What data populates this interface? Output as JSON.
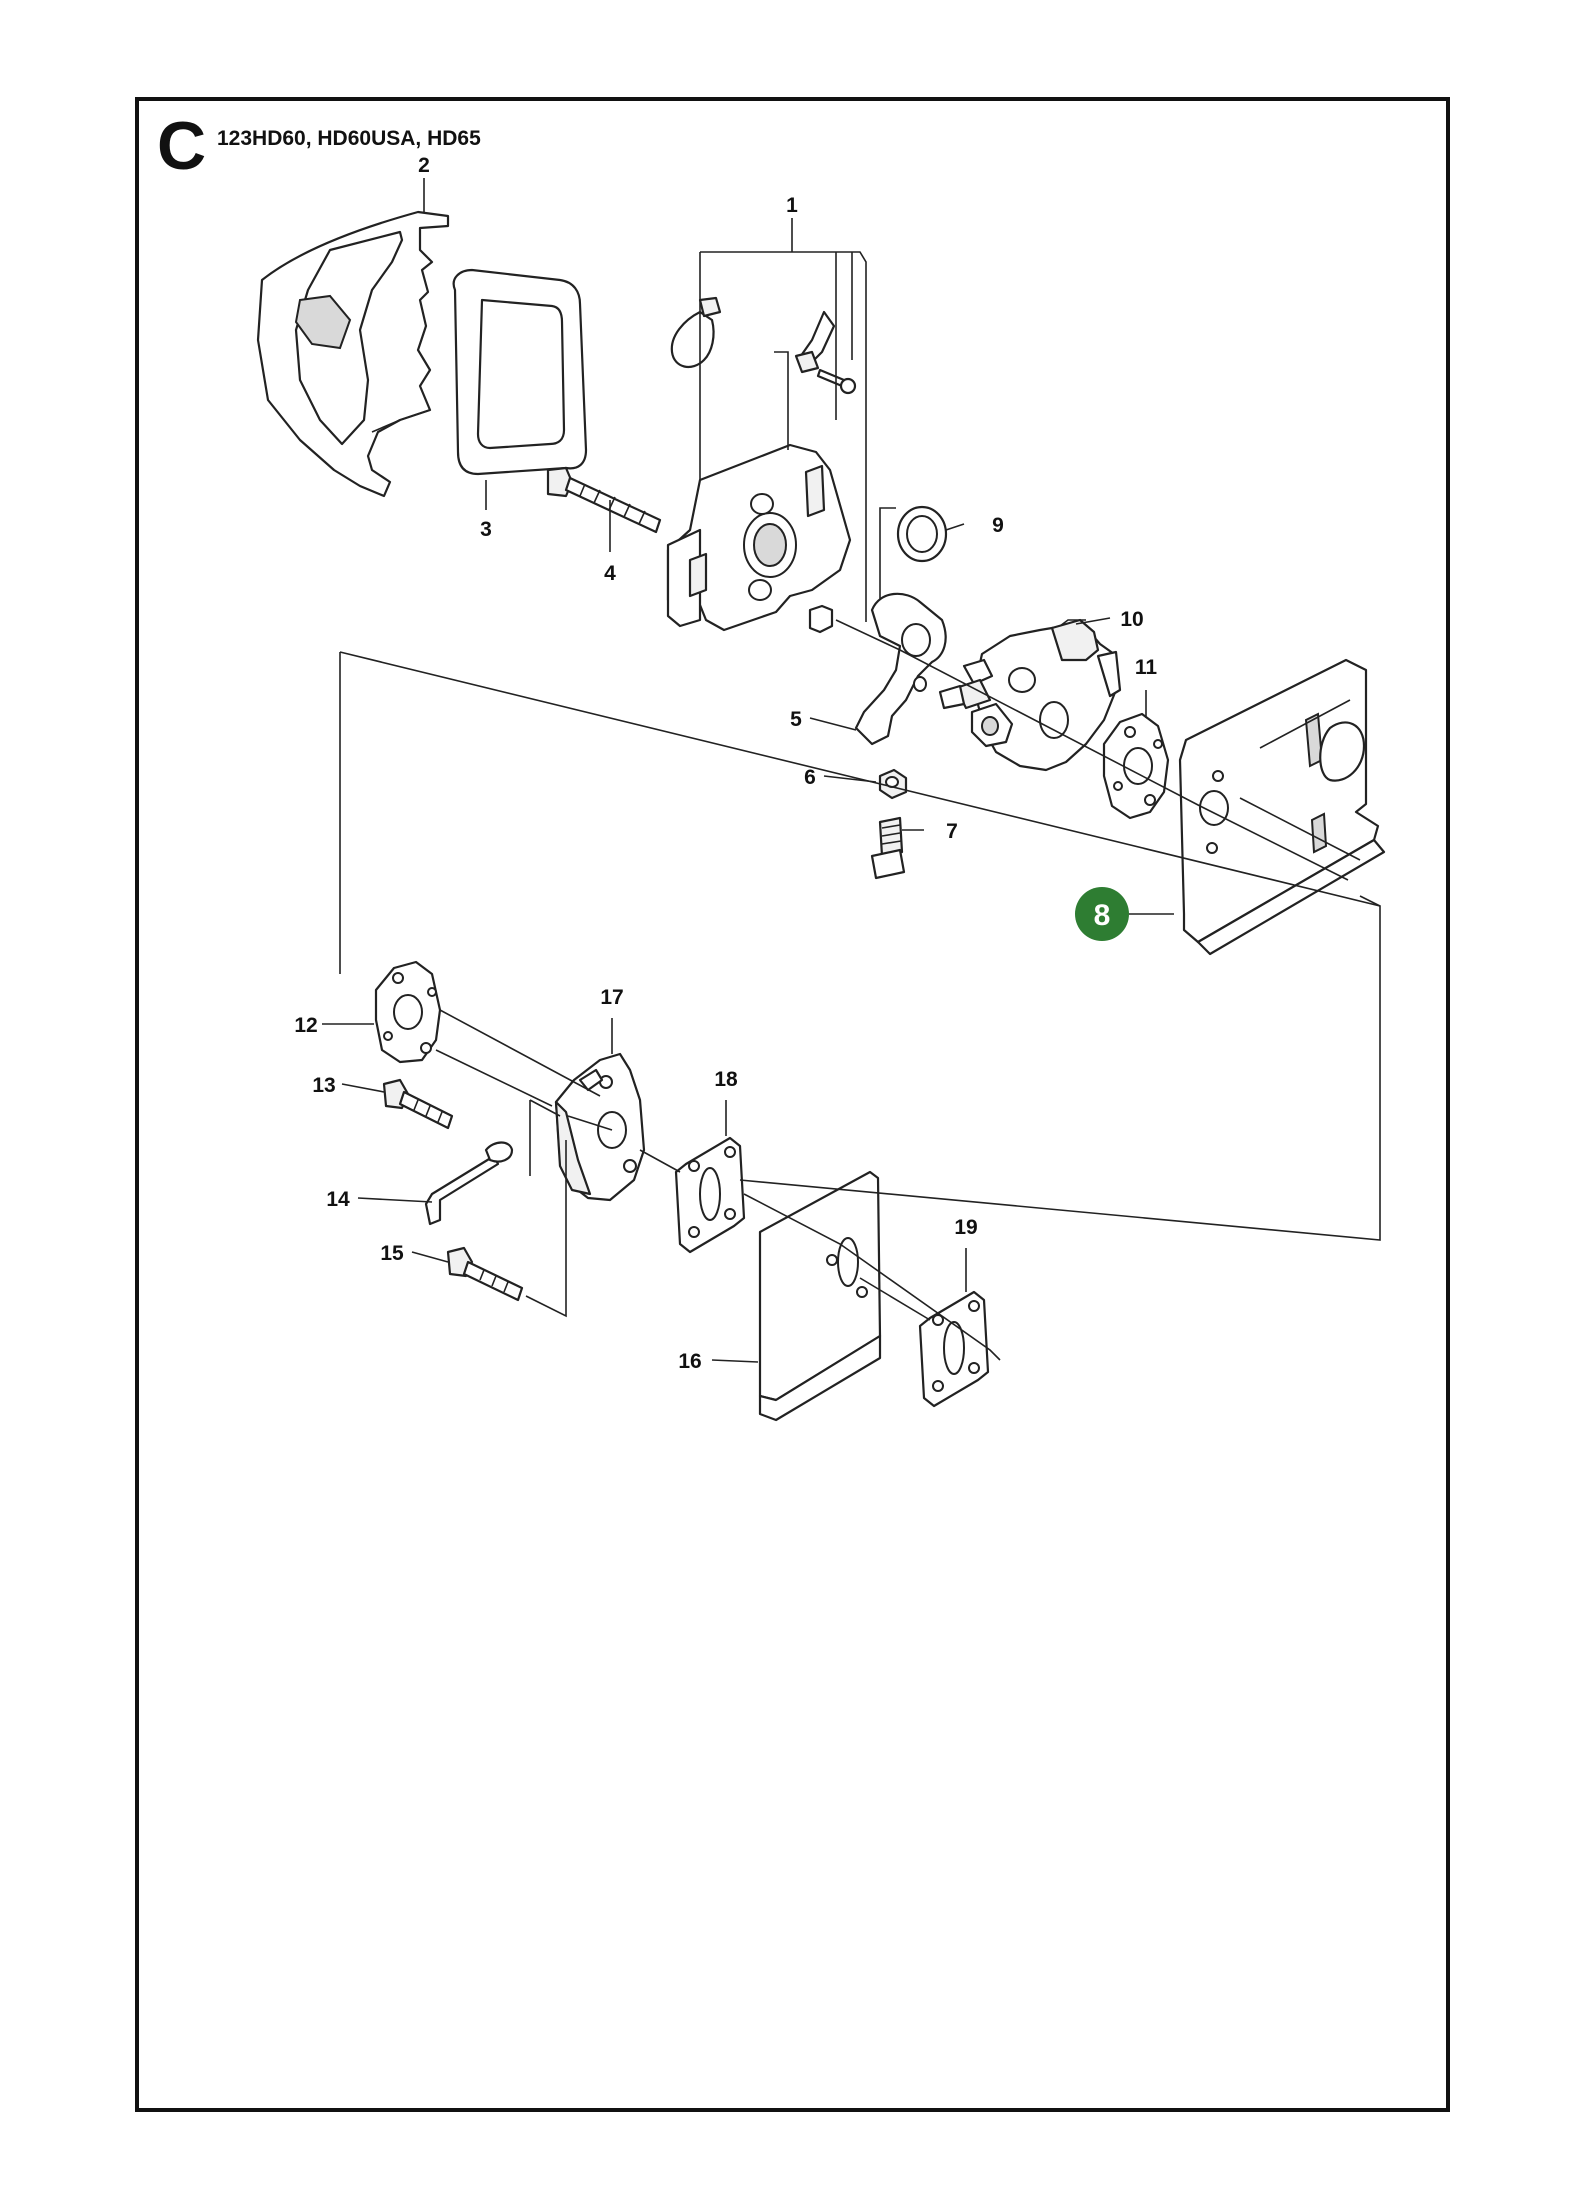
{
  "section_letter": "C",
  "models": "123HD60, HD60USA, HD65",
  "highlight_color": "#2e7d32",
  "parts": [
    {
      "id": "p1",
      "label": "1"
    },
    {
      "id": "p2",
      "label": "2"
    },
    {
      "id": "p3",
      "label": "3"
    },
    {
      "id": "p4",
      "label": "4"
    },
    {
      "id": "p5",
      "label": "5"
    },
    {
      "id": "p6",
      "label": "6"
    },
    {
      "id": "p7",
      "label": "7"
    },
    {
      "id": "p8",
      "label": "8"
    },
    {
      "id": "p9",
      "label": "9"
    },
    {
      "id": "p10",
      "label": "10"
    },
    {
      "id": "p11",
      "label": "11"
    },
    {
      "id": "p12",
      "label": "12"
    },
    {
      "id": "p13",
      "label": "13"
    },
    {
      "id": "p14",
      "label": "14"
    },
    {
      "id": "p15",
      "label": "15"
    },
    {
      "id": "p16",
      "label": "16"
    },
    {
      "id": "p17",
      "label": "17"
    },
    {
      "id": "p18",
      "label": "18"
    },
    {
      "id": "p19",
      "label": "19"
    }
  ]
}
